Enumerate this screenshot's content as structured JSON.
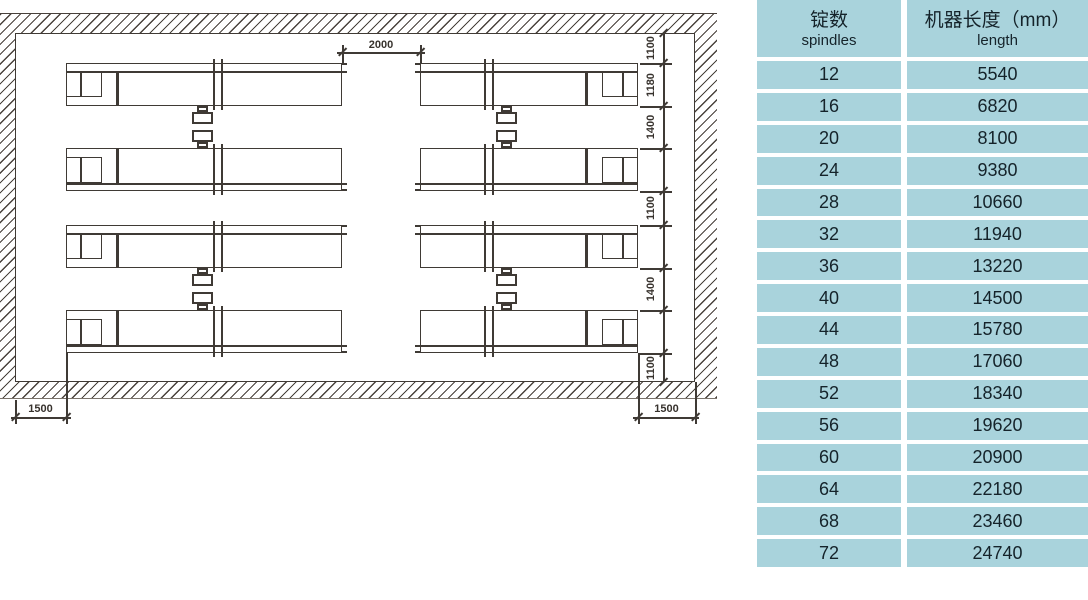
{
  "diagram": {
    "center_dim": "2000",
    "right_dims": [
      "1100",
      "1180",
      "1400",
      "1100",
      "1400",
      "1100"
    ],
    "bottom_left_dim": "1500",
    "bottom_right_dim": "1500"
  },
  "table": {
    "header": {
      "col1_line1": "锭数",
      "col1_line2": "spindles",
      "col2_line1": "机器长度（mm）",
      "col2_line2": "length"
    },
    "rows": [
      {
        "spindles": "12",
        "length": "5540"
      },
      {
        "spindles": "16",
        "length": "6820"
      },
      {
        "spindles": "20",
        "length": "8100"
      },
      {
        "spindles": "24",
        "length": "9380"
      },
      {
        "spindles": "28",
        "length": "10660"
      },
      {
        "spindles": "32",
        "length": "11940"
      },
      {
        "spindles": "36",
        "length": "13220"
      },
      {
        "spindles": "40",
        "length": "14500"
      },
      {
        "spindles": "44",
        "length": "15780"
      },
      {
        "spindles": "48",
        "length": "17060"
      },
      {
        "spindles": "52",
        "length": "18340"
      },
      {
        "spindles": "56",
        "length": "19620"
      },
      {
        "spindles": "60",
        "length": "20900"
      },
      {
        "spindles": "64",
        "length": "22180"
      },
      {
        "spindles": "68",
        "length": "23460"
      },
      {
        "spindles": "72",
        "length": "24740"
      }
    ]
  },
  "colors": {
    "table_cell_bg": "#a9d3dc",
    "drawing_line": "#3f3a35",
    "text": "#15232a"
  }
}
